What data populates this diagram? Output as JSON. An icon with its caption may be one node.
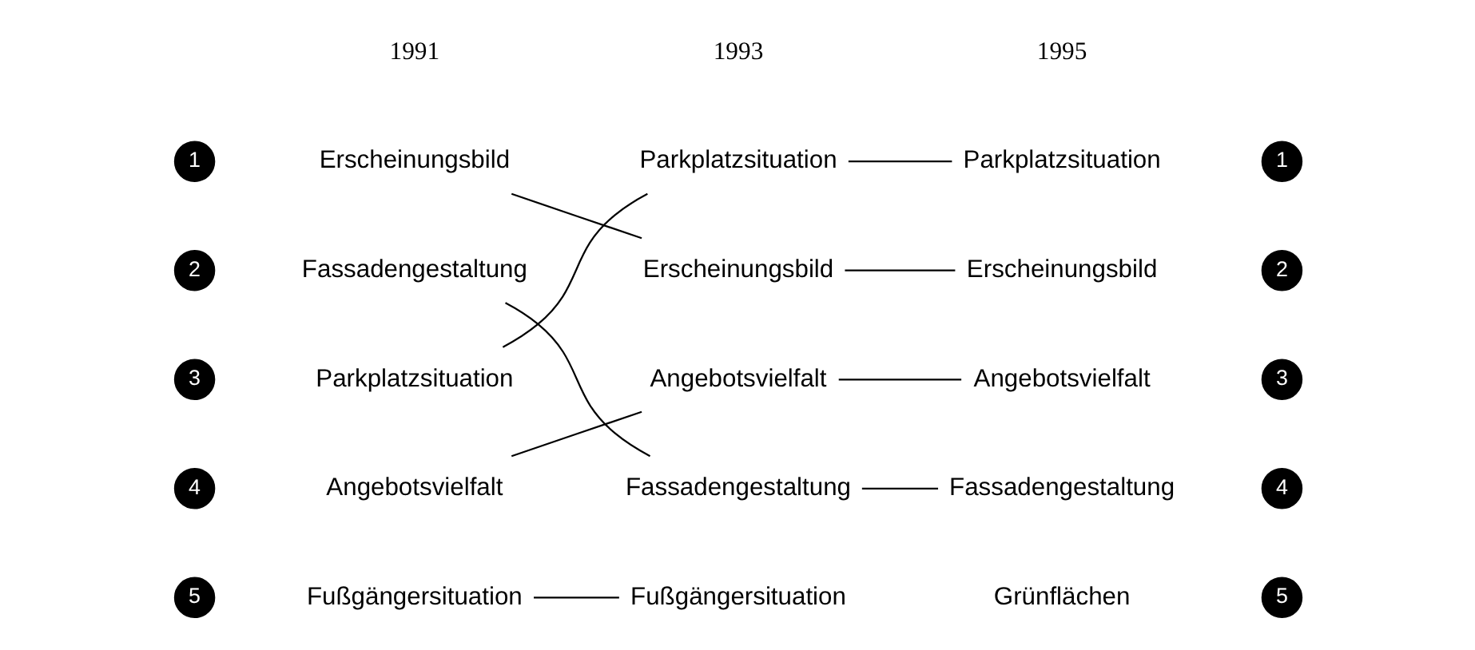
{
  "diagram": {
    "nodes": [
      {
        "text": [
          "1"
        ]
      },
      {
        "text": [
          "Erscheinungsbild"
        ]
      },
      {
        "text": [
          "Parkplatzsituation"
        ]
      },
      {
        "text": [
          "Parkplatzsituation"
        ]
      },
      {
        "text": [
          "1"
        ]
      },
      {
        "text": [
          "2"
        ]
      },
      {
        "text": [
          "Fassadengestaltung"
        ]
      },
      {
        "text": [
          "Erscheinungsbild"
        ]
      },
      {
        "text": [
          "Erscheinungsbild"
        ]
      },
      {
        "text": [
          "2"
        ]
      },
      {
        "text": [
          "3"
        ]
      },
      {
        "text": [
          "Parkplatzsituation"
        ]
      },
      {
        "text": [
          "Angebotsvielfalt"
        ]
      },
      {
        "text": [
          "Angebotsvielfalt"
        ]
      },
      {
        "text": [
          "3"
        ]
      },
      {
        "text": [
          "4"
        ]
      },
      {
        "text": [
          "Angebotsvielfalt"
        ]
      },
      {
        "text": [
          "Fassadengestaltung"
        ]
      },
      {
        "text": [
          "Fassadengestaltung"
        ]
      },
      {
        "text": [
          "4"
        ]
      },
      {
        "text": [
          "5"
        ]
      },
      {
        "text": [
          "Fußgängersituation"
        ]
      },
      {
        "text": [
          "Fußgängersituation"
        ]
      },
      {
        "text": [
          "Grünflächen"
        ]
      },
      {
        "text": [
          "5"
        ]
      }
    ],
    "edges": [
      {
        "from": 1,
        "to": 7,
        "arrow": "none"
      },
      {
        "from": 6,
        "to": 17,
        "arrow": "none"
      },
      {
        "from": 11,
        "to": 2,
        "arrow": "none"
      },
      {
        "from": 16,
        "to": 12,
        "arrow": "none"
      },
      {
        "from": 21,
        "to": 22,
        "arrow": "none"
      },
      {
        "from": 2,
        "to": 3,
        "arrow": "none"
      },
      {
        "from": 7,
        "to": 8,
        "arrow": "none"
      },
      {
        "from": 12,
        "to": 13,
        "arrow": "none"
      },
      {
        "from": 17,
        "to": 18,
        "arrow": "none"
      }
    ],
    "labels": [
      "1991",
      "1993",
      "1995"
    ]
  }
}
